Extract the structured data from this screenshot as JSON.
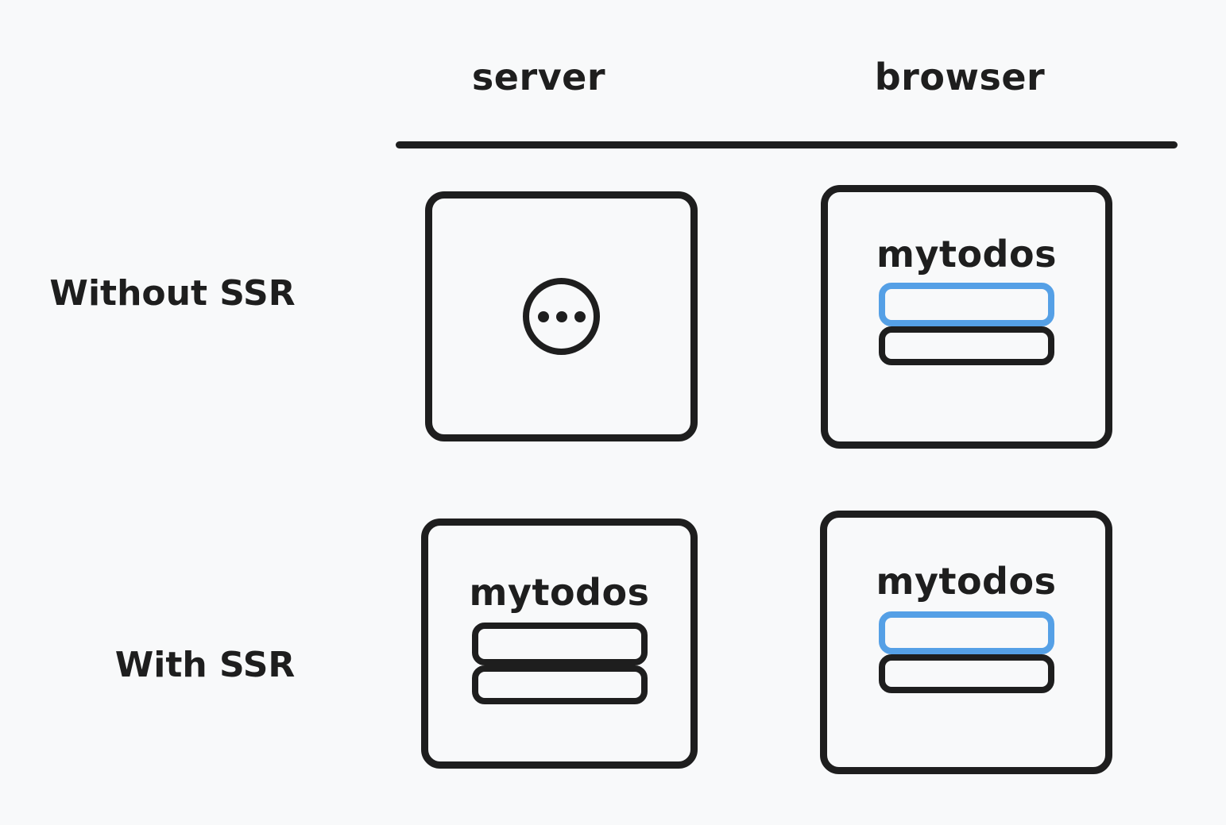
{
  "colors": {
    "background": "#f8f9fa",
    "ink": "#1e1e1e",
    "highlight_blue": "#55a0e6"
  },
  "columns": {
    "server": "server",
    "browser": "browser"
  },
  "rows": {
    "without_ssr": "Without SSR",
    "with_ssr": "With SSR"
  },
  "cells": {
    "without_ssr_server": {
      "content": "loading",
      "icon": "ellipsis-loading-icon"
    },
    "without_ssr_browser": {
      "title": "mytodos",
      "todo_bars": [
        {
          "outline_hex": "#55a0e6"
        },
        {
          "outline_hex": "#1e1e1e"
        }
      ]
    },
    "with_ssr_server": {
      "title": "mytodos",
      "todo_bars": [
        {
          "outline_hex": "#1e1e1e"
        },
        {
          "outline_hex": "#1e1e1e"
        }
      ]
    },
    "with_ssr_browser": {
      "title": "mytodos",
      "todo_bars": [
        {
          "outline_hex": "#55a0e6"
        },
        {
          "outline_hex": "#1e1e1e"
        }
      ]
    }
  }
}
